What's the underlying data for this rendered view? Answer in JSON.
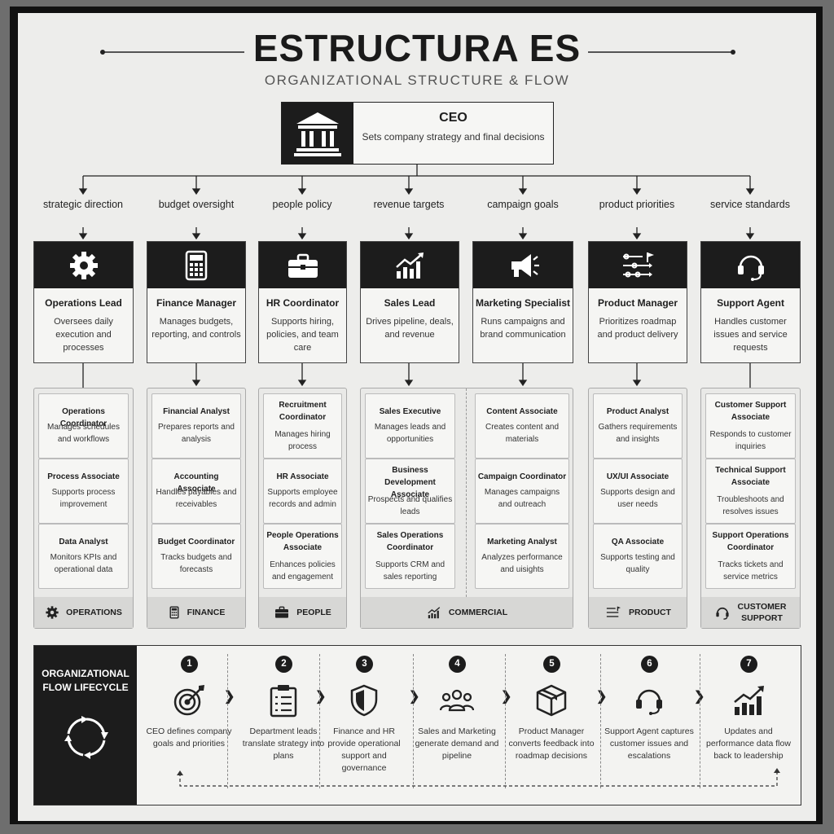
{
  "header": {
    "title": "ESTRUCTURA ES",
    "subtitle": "ORGANIZATIONAL STRUCTURE & FLOW"
  },
  "ceo": {
    "name": "CEO",
    "description": "Sets company strategy and final decisions",
    "icon": "institution-icon"
  },
  "flows": [
    "strategic direction",
    "budget oversight",
    "people policy",
    "revenue targets",
    "campaign goals",
    "product priorities",
    "service standards"
  ],
  "leads": [
    {
      "name": "Operations Lead",
      "description": "Oversees daily execution and processes",
      "icon": "gear-icon"
    },
    {
      "name": "Finance Manager",
      "description": "Manages budgets, reporting, and controls",
      "icon": "calculator-icon"
    },
    {
      "name": "HR Coordinator",
      "description": "Supports hiring, policies, and team care",
      "icon": "briefcase-icon"
    },
    {
      "name": "Sales Lead",
      "description": "Drives pipeline, deals, and revenue",
      "icon": "growth-chart-icon"
    },
    {
      "name": "Marketing Specialist",
      "description": "Runs campaigns and brand communication",
      "icon": "megaphone-icon"
    },
    {
      "name": "Product Manager",
      "description": "Prioritizes roadmap and product delivery",
      "icon": "roadmap-icon"
    },
    {
      "name": "Support Agent",
      "description": "Handles customer issues and service requests",
      "icon": "headset-icon"
    }
  ],
  "departments": [
    {
      "label": "OPERATIONS",
      "icon": "gear-icon",
      "teams": [
        {
          "name": "Operations Coordinator",
          "description": "Manages schedules and workflows"
        },
        {
          "name": "Process Associate",
          "description": "Supports process improvement"
        },
        {
          "name": "Data Analyst",
          "description": "Monitors KPIs and operational data"
        }
      ]
    },
    {
      "label": "FINANCE",
      "icon": "calculator-icon",
      "teams": [
        {
          "name": "Financial Analyst",
          "description": "Prepares reports and analysis"
        },
        {
          "name": "Accounting Associate",
          "description": "Handles payables and receivables"
        },
        {
          "name": "Budget Coordinator",
          "description": "Tracks budgets and forecasts"
        }
      ]
    },
    {
      "label": "PEOPLE",
      "icon": "briefcase-icon",
      "teams": [
        {
          "name": "Recruitment Coordinator",
          "description": "Manages hiring process"
        },
        {
          "name": "HR Associate",
          "description": "Supports employee records and admin"
        },
        {
          "name": "People Operations Associate",
          "description": "Enhances policies and engagement"
        }
      ]
    },
    {
      "label": "COMMERCIAL",
      "icon": "growth-chart-icon",
      "teams": [
        {
          "name": "Sales Executive",
          "description": "Manages leads and opportunities"
        },
        {
          "name": "Business Development Associate",
          "description": "Prospects and qualifies leads"
        },
        {
          "name": "Sales Operations Coordinator",
          "description": "Supports CRM and sales reporting"
        }
      ]
    },
    {
      "label": "",
      "icon": "",
      "teams": [
        {
          "name": "Content Associate",
          "description": "Creates content and materials"
        },
        {
          "name": "Campaign Coordinator",
          "description": "Manages campaigns and outreach"
        },
        {
          "name": "Marketing Analyst",
          "description": "Analyzes performance and uisights"
        }
      ]
    },
    {
      "label": "PRODUCT",
      "icon": "roadmap-icon",
      "teams": [
        {
          "name": "Product Analyst",
          "description": "Gathers requirements and insights"
        },
        {
          "name": "UX/UI Associate",
          "description": "Supports design and user needs"
        },
        {
          "name": "QA Associate",
          "description": "Supports testing and quality"
        }
      ]
    },
    {
      "label": "CUSTOMER SUPPORT",
      "icon": "headset-icon",
      "teams": [
        {
          "name": "Customer Support Associate",
          "description": "Responds to customer inquiries"
        },
        {
          "name": "Technical Support Associate",
          "description": "Troubleshoots and resolves issues"
        },
        {
          "name": "Support Operations Coordinator",
          "description": "Tracks tickets and service metrics"
        }
      ]
    }
  ],
  "lifecycle": {
    "title": "ORGANIZATIONAL FLOW LIFECYCLE",
    "icon": "cycle-icon",
    "steps": [
      {
        "number": "1",
        "text": "CEO defines company goals and priorities",
        "icon": "target-icon"
      },
      {
        "number": "2",
        "text": "Department leads translate strategy into plans",
        "icon": "clipboard-icon"
      },
      {
        "number": "3",
        "text": "Finance and HR provide operational support and governance",
        "icon": "shield-icon"
      },
      {
        "number": "4",
        "text": "Sales and Marketing generate demand and pipeline",
        "icon": "team-icon"
      },
      {
        "number": "5",
        "text": "Product Manager converts feedback into roadmap decisions",
        "icon": "box-icon"
      },
      {
        "number": "6",
        "text": "Support Agent captures customer issues and escalations",
        "icon": "headset-icon"
      },
      {
        "number": "7",
        "text": "Updates and performance data flow back to leadership",
        "icon": "growth-chart-icon"
      }
    ]
  }
}
